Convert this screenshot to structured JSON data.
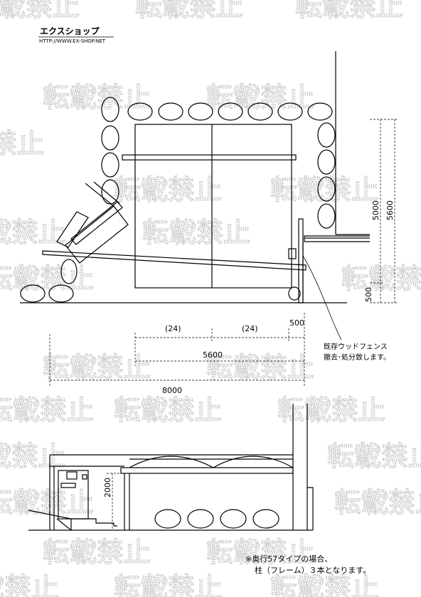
{
  "brand": {
    "name": "エクスショップ",
    "url": "HTTP://WWW.EX-SHOP.NET"
  },
  "watermark": "転載禁止",
  "plan": {
    "dims": {
      "d24_left": "(24)",
      "d24_right": "(24)",
      "d500_top": "500",
      "d5600_width": "5600",
      "d8000": "8000",
      "d5000": "5000",
      "d5600_vertical": "5600",
      "d500_vertical": "500"
    },
    "callout": {
      "line1": "既存ウッドフェンス",
      "line2": "撤去･処分致します。"
    }
  },
  "elevation": {
    "d2000": "2000"
  },
  "note": {
    "line1": "※奥行57タイプの場合、",
    "line2": "柱（フレーム）３本となります。"
  }
}
